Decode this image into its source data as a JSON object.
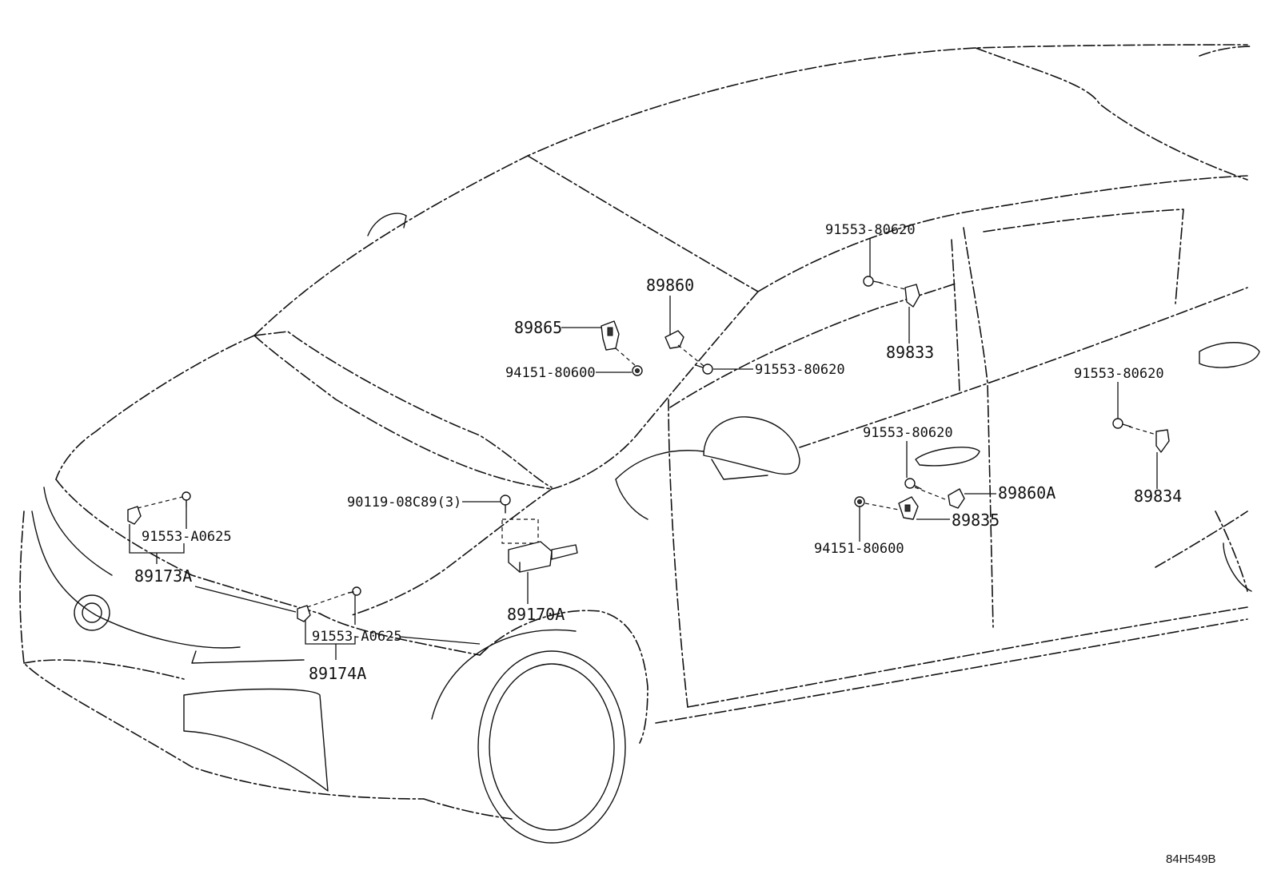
{
  "diagram": {
    "drawing_code": "84H549B",
    "callouts": {
      "c_89865": "89865",
      "c_94151_top": "94151-80600",
      "c_89860": "89860",
      "c_91553_center": "91553-80620",
      "c_91553_top": "91553-80620",
      "c_89833": "89833",
      "c_91553_right": "91553-80620",
      "c_89834": "89834",
      "c_91553_door": "91553-80620",
      "c_89860A": "89860A",
      "c_89835": "89835",
      "c_94151_door": "94151-80600",
      "c_90119": "90119-08C89(3)",
      "c_89170A": "89170A",
      "c_91553_A0625_left": "91553-A0625",
      "c_89173A": "89173A",
      "c_91553_A0625_front": "91553-A0625",
      "c_89174A": "89174A"
    }
  }
}
